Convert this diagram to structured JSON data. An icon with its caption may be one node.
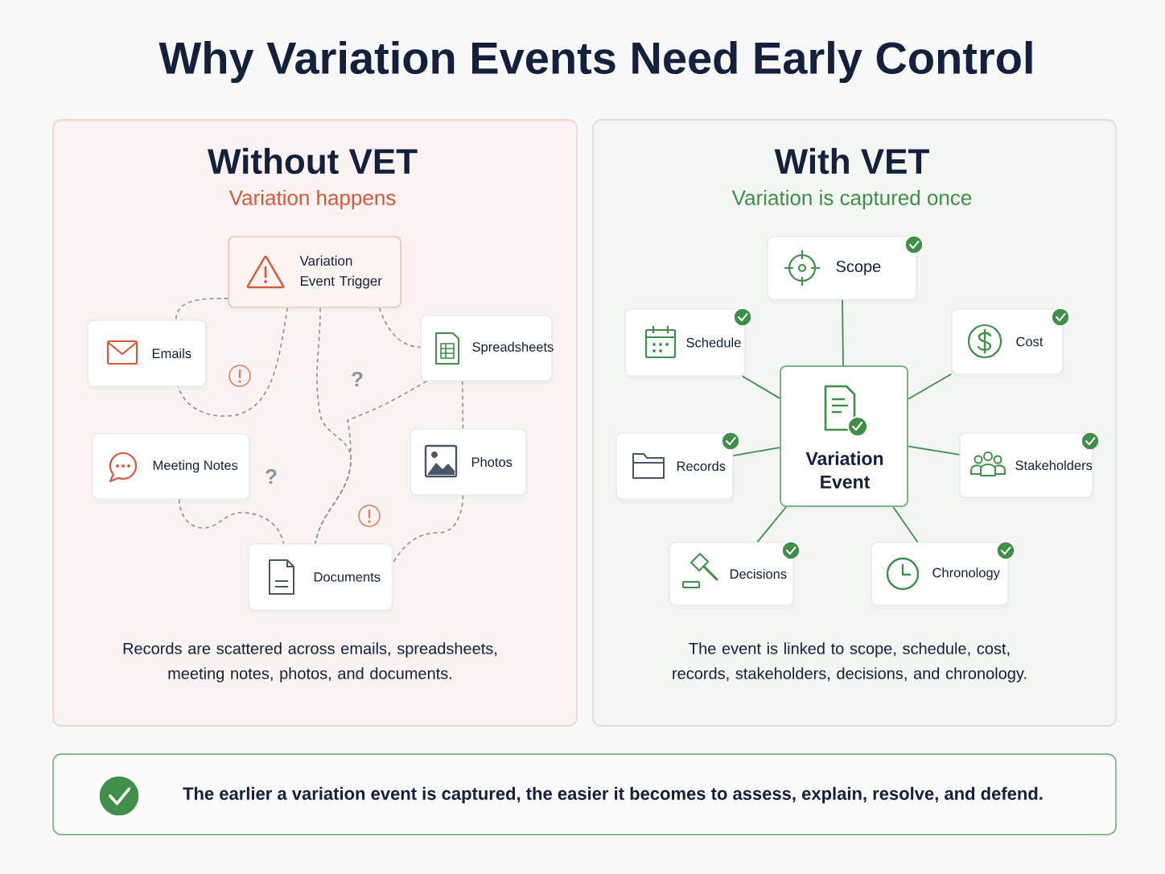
{
  "diagram": {
    "title": "Why Variation Events Need Early Control",
    "nodes": [
      {
        "text": [
          "Without VET",
          "Variation happens",
          "Records are scattered across emails, spreadsheets, meeting notes, photos, and documents."
        ]
      },
      {
        "text": [
          "Variation Event Trigger"
        ],
        "in": 0
      },
      {
        "text": [
          "Emails"
        ],
        "in": 0
      },
      {
        "text": [
          "Spreadsheets"
        ],
        "in": 0
      },
      {
        "text": [
          "Meeting Notes"
        ],
        "in": 0
      },
      {
        "text": [
          "Photos"
        ],
        "in": 0
      },
      {
        "text": [
          "Documents"
        ],
        "in": 0
      },
      {
        "text": [
          "With VET",
          "Variation is captured once",
          "The event is linked to scope, schedule, cost, records, stakeholders, decisions, and chronology."
        ]
      },
      {
        "text": [
          "Scope"
        ],
        "in": 7
      },
      {
        "text": [
          "Schedule"
        ],
        "in": 7
      },
      {
        "text": [
          "Cost"
        ],
        "in": 7
      },
      {
        "text": [
          "Variation Event"
        ],
        "in": 7
      },
      {
        "text": [
          "Records"
        ],
        "in": 7
      },
      {
        "text": [
          "Stakeholders"
        ],
        "in": 7
      },
      {
        "text": [
          "Decisions"
        ],
        "in": 7
      },
      {
        "text": [
          "Chronology"
        ],
        "in": 7
      },
      {
        "text": [
          "The earlier a variation event is captured, the easier it becomes to assess, explain, resolve, and defend."
        ]
      }
    ],
    "edges": [
      {
        "from": 1,
        "to": 2,
        "arrow": "none",
        "style": "dashed"
      },
      {
        "from": 1,
        "to": 2,
        "arrow": "none",
        "style": "dashed"
      },
      {
        "from": 1,
        "to": 6,
        "arrow": "none",
        "style": "dashed"
      },
      {
        "from": 1,
        "to": 3,
        "arrow": "none",
        "style": "dashed"
      },
      {
        "from": 3,
        "to": 6,
        "arrow": "none",
        "style": "dashed"
      },
      {
        "from": 3,
        "to": 5,
        "arrow": "none",
        "style": "dashed"
      },
      {
        "from": 4,
        "to": 6,
        "arrow": "none",
        "style": "dashed"
      },
      {
        "from": 5,
        "to": 6,
        "arrow": "none",
        "style": "dashed"
      },
      {
        "from": 11,
        "to": 8,
        "arrow": "none",
        "color": "#3f8f4a"
      },
      {
        "from": 11,
        "to": 9,
        "arrow": "none",
        "color": "#3f8f4a"
      },
      {
        "from": 11,
        "to": 10,
        "arrow": "none",
        "color": "#3f8f4a"
      },
      {
        "from": 11,
        "to": 12,
        "arrow": "none",
        "color": "#3f8f4a"
      },
      {
        "from": 11,
        "to": 13,
        "arrow": "none",
        "color": "#3f8f4a"
      },
      {
        "from": 11,
        "to": 14,
        "arrow": "none",
        "color": "#3f8f4a"
      },
      {
        "from": 11,
        "to": 15,
        "arrow": "none",
        "color": "#3f8f4a"
      }
    ],
    "labels": [
      "?",
      "?"
    ]
  }
}
